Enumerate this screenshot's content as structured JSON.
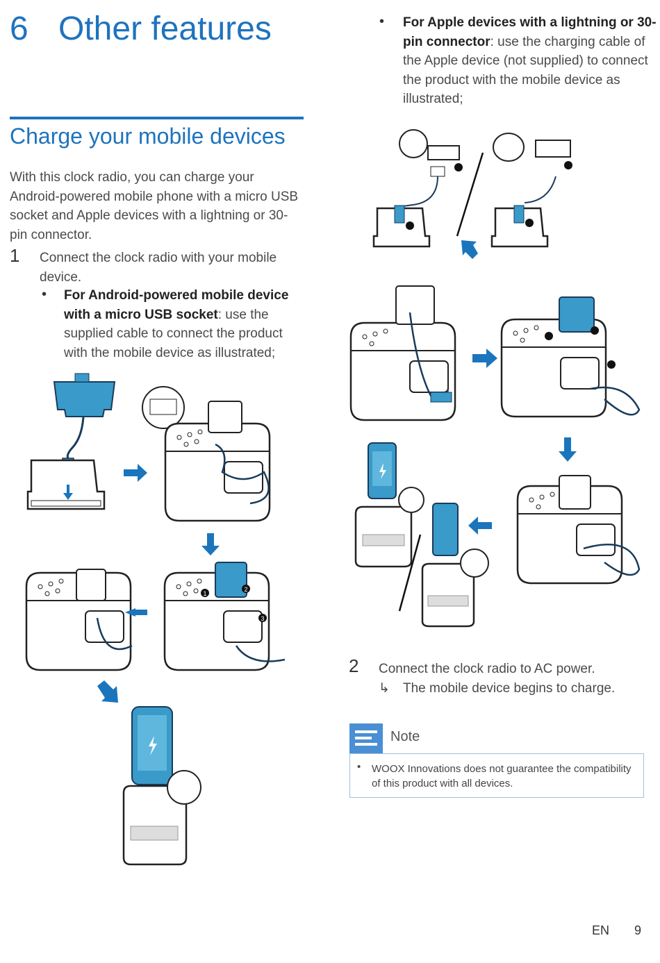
{
  "chapter": {
    "number": "6",
    "title": "Other features"
  },
  "section_title": "Charge your mobile devices",
  "intro": "With this clock radio, you can charge your Android-powered mobile phone with a micro USB socket and Apple devices with a lightning or 30-pin connector.",
  "step1": {
    "number": "1",
    "text": "Connect the clock radio with your mobile device.",
    "android_bold": "For Android-powered mobile device with a micro USB socket",
    "android_rest": ": use the supplied cable to connect the product with the mobile device as illustrated;"
  },
  "apple": {
    "bold": "For Apple devices with a lightning or 30-pin connector",
    "rest": ": use the charging cable of the Apple device (not supplied) to connect the product with the mobile device as illustrated;"
  },
  "step2": {
    "number": "2",
    "text": "Connect the clock radio to AC power.",
    "result_arrow": "↳",
    "result": "The mobile device begins to charge."
  },
  "callouts": {
    "one": "1",
    "two": "2",
    "three": "3"
  },
  "note": {
    "title": "Note",
    "text": "WOOX Innovations does not guarantee the compatibility of this product with all devices."
  },
  "footer": {
    "lang": "EN",
    "page": "9"
  },
  "colors": {
    "accent": "#1e73be",
    "illustration_blue": "#3a9ac9",
    "arrow_blue": "#1b75bc"
  }
}
